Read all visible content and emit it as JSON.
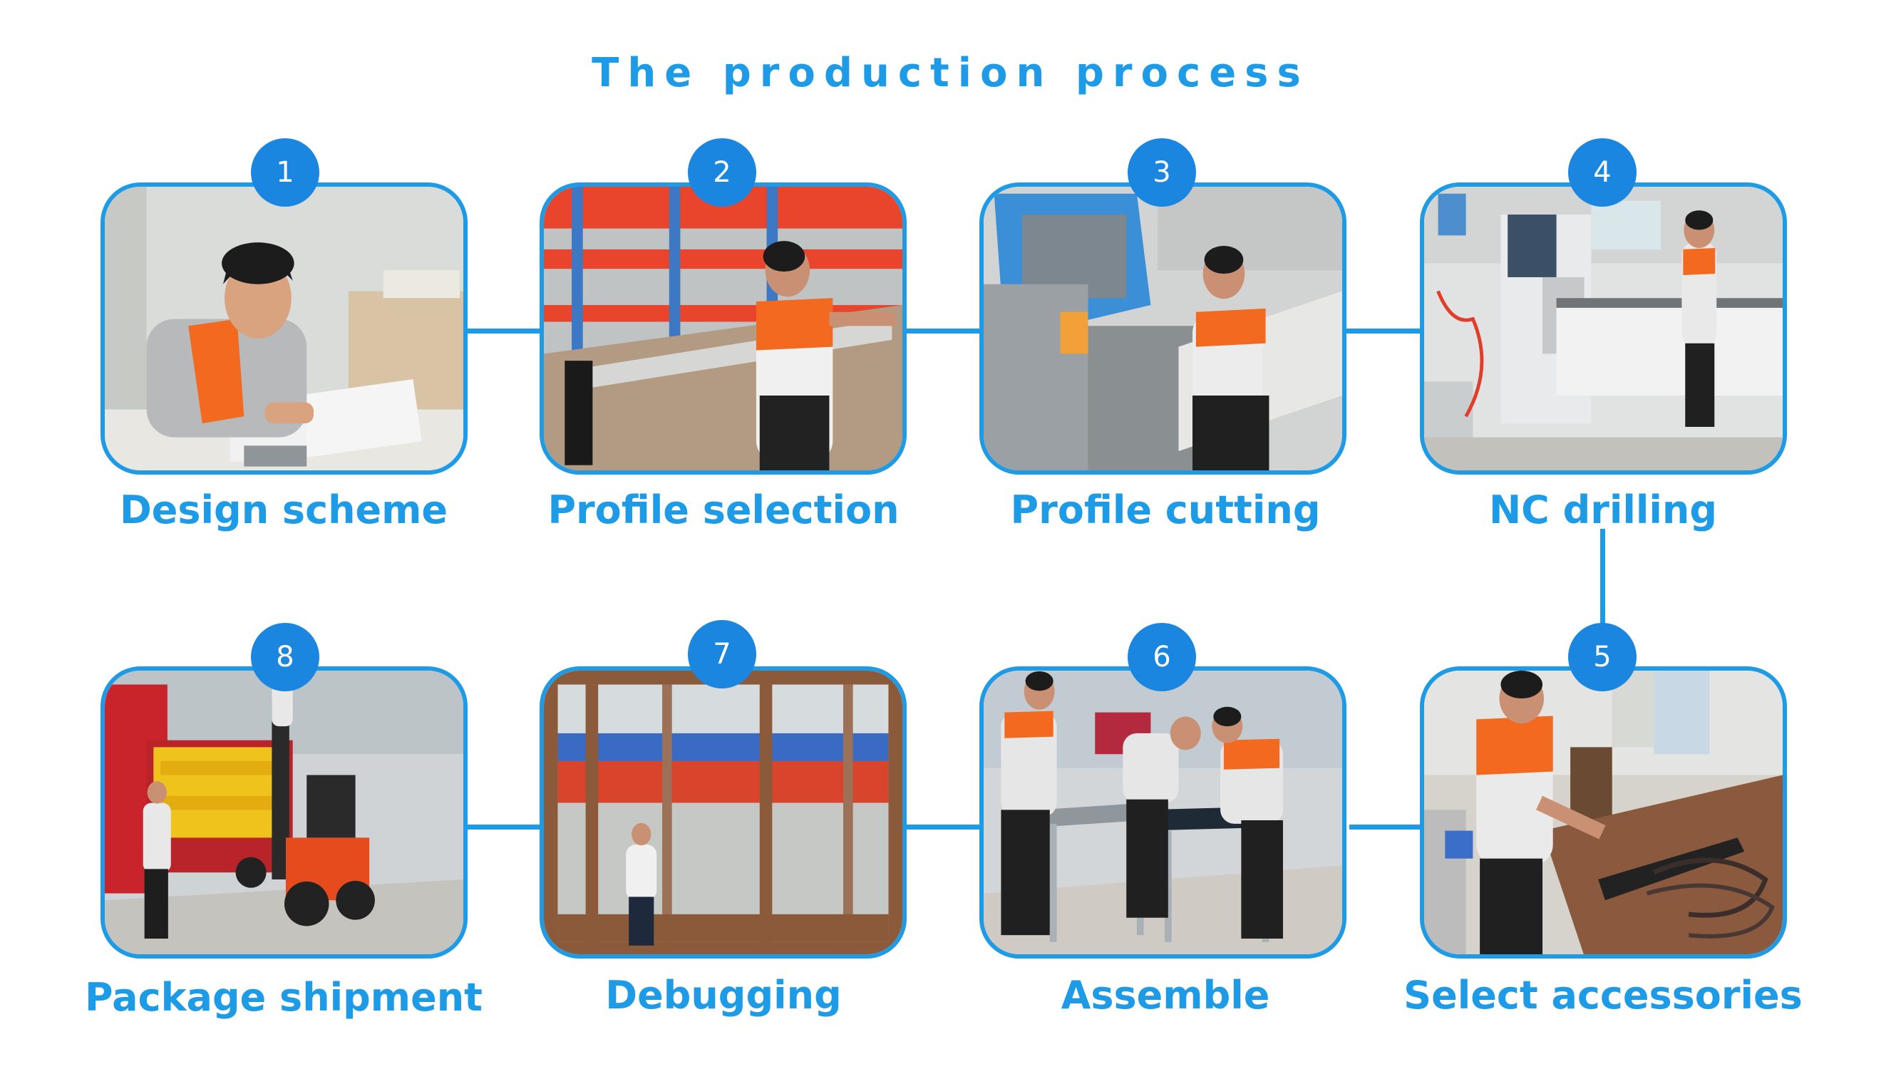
{
  "title": "The production process",
  "colors": {
    "accent": "#1e9be6",
    "badge": "#1b86e0",
    "vest_orange": "#f2691f",
    "rack_red": "#e8452c"
  },
  "steps": [
    {
      "number": "1",
      "label": "Design scheme"
    },
    {
      "number": "2",
      "label": "Profile selection"
    },
    {
      "number": "3",
      "label": "Profile cutting"
    },
    {
      "number": "4",
      "label": "NC drilling"
    },
    {
      "number": "5",
      "label": "Select accessories"
    },
    {
      "number": "6",
      "label": "Assemble"
    },
    {
      "number": "7",
      "label": "Debugging"
    },
    {
      "number": "8",
      "label": "Package shipment"
    }
  ]
}
